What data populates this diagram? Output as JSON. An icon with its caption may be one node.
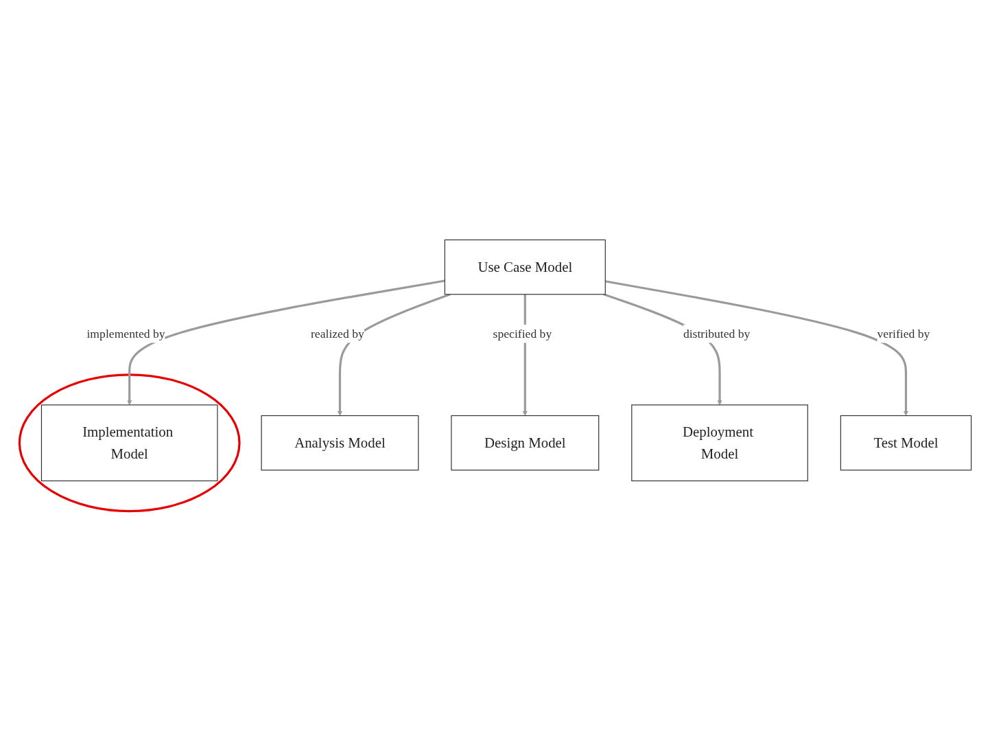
{
  "diagram": {
    "nodes": [
      {
        "text": [
          "Analysis Model"
        ]
      },
      {
        "text": [
          "Design Model"
        ]
      },
      {
        "text": [
          "Use Case Model"
        ]
      },
      {
        "text": [
          "Deployment Model"
        ]
      },
      {
        "text": [],
        "shape": "circle"
      },
      {
        "text": [
          "Implementation Model"
        ],
        "in": 4
      },
      {
        "text": [
          "Test Model"
        ]
      }
    ],
    "edges": [
      {
        "from": 2,
        "to": 0,
        "arrow": "to",
        "label": "realized by"
      },
      {
        "from": 2,
        "to": 1,
        "arrow": "to",
        "label": "specified by"
      },
      {
        "from": 2,
        "to": 3,
        "arrow": "to",
        "label": "distributed by"
      },
      {
        "from": 2,
        "to": 5,
        "arrow": "to",
        "label": "implemented by"
      },
      {
        "from": 2,
        "to": 6,
        "arrow": "to",
        "label": "verified by"
      }
    ]
  }
}
